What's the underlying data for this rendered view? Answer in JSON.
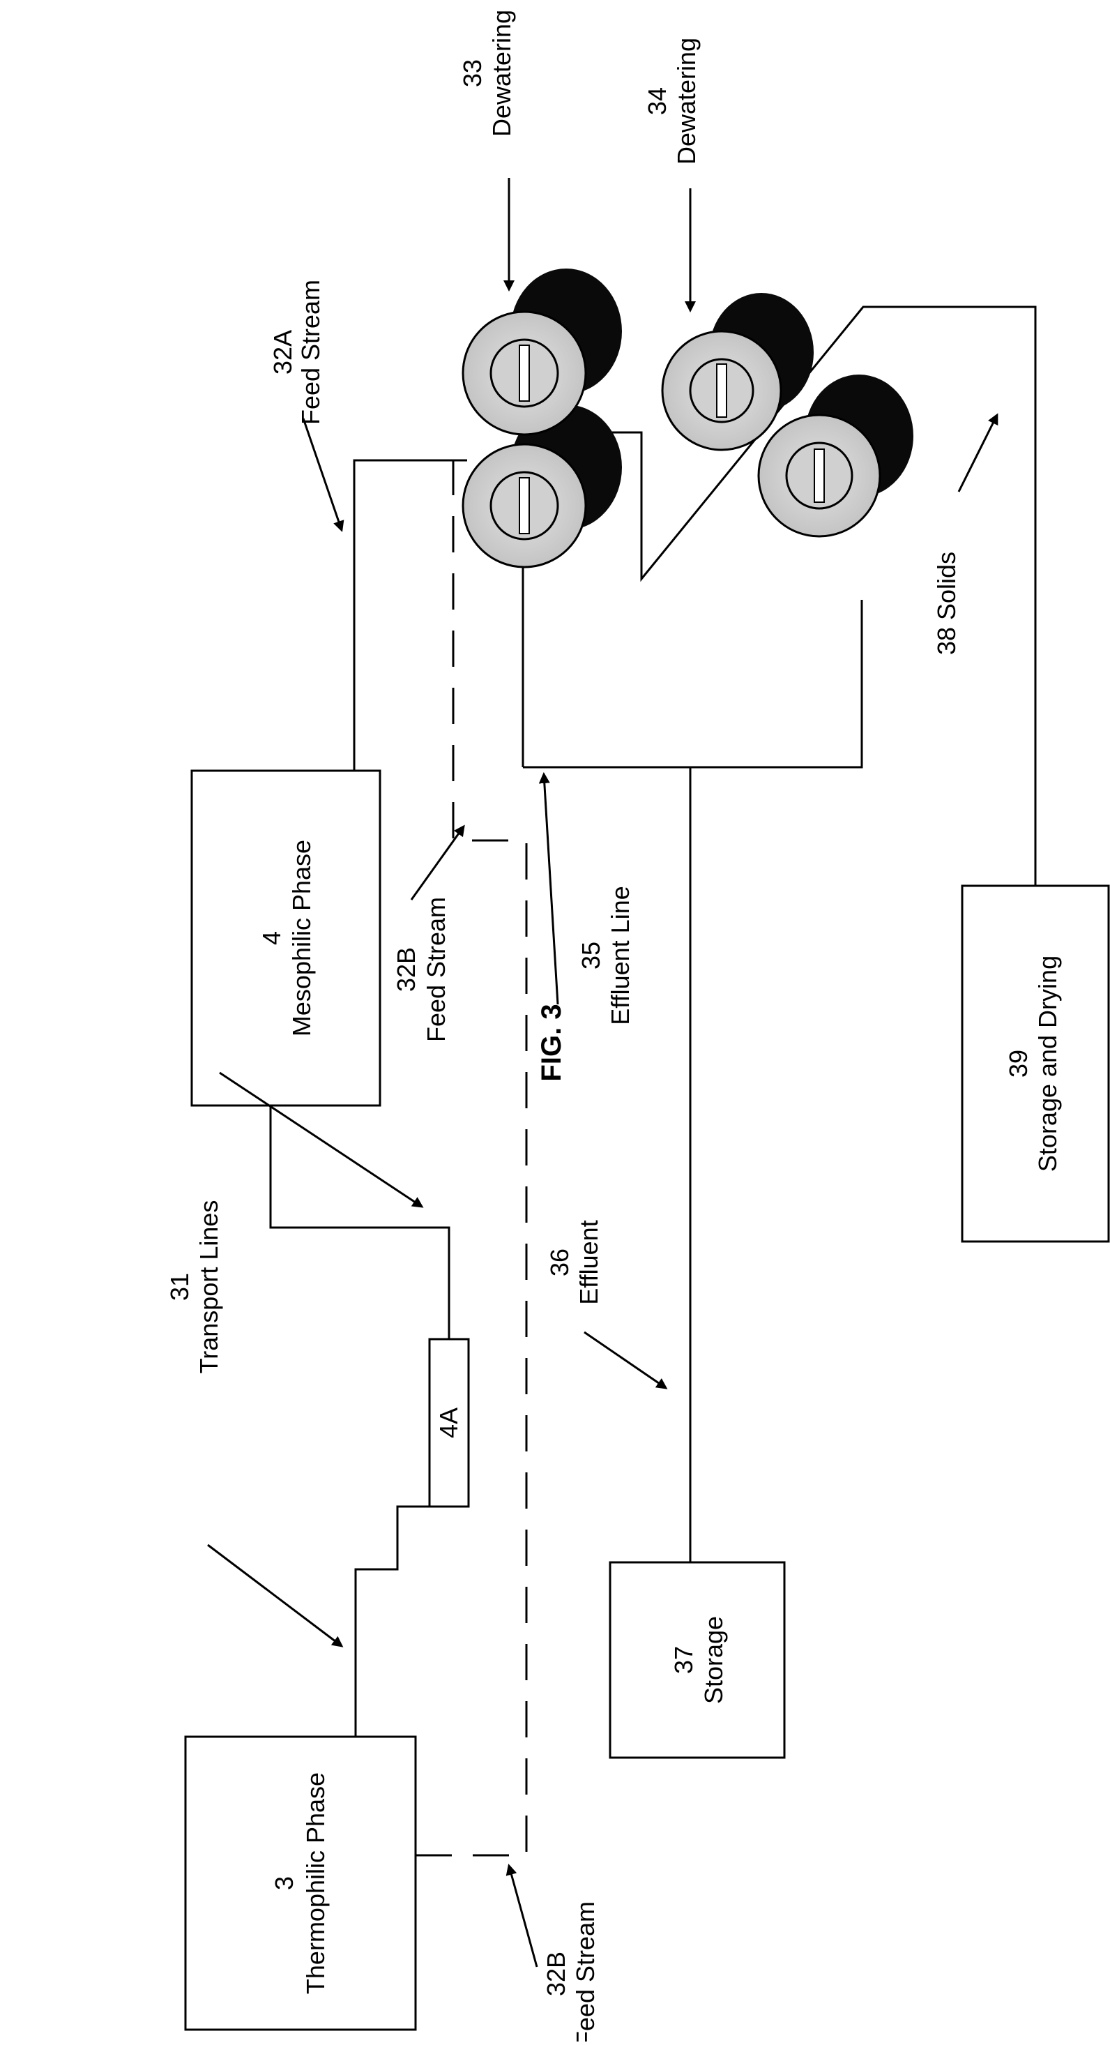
{
  "figure": {
    "title": "FIG. 3"
  },
  "boxes": {
    "thermophilic": {
      "number": "3",
      "label": "Thermophilic Phase"
    },
    "mesophilic": {
      "number": "4",
      "label": "Mesophilic Phase"
    },
    "unit_4a": {
      "label": "4A"
    },
    "storage": {
      "number": "37",
      "label": "Storage"
    },
    "storage_drying": {
      "number": "39",
      "label": "Storage and Drying"
    }
  },
  "callouts": {
    "transport_lines": {
      "number": "31",
      "label": "Transport Lines"
    },
    "feed_32a": {
      "number": "32A",
      "label": "Feed Stream"
    },
    "feed_32b_upper": {
      "number": "32B",
      "label": "Feed Stream"
    },
    "feed_32b_lower": {
      "number": "32B",
      "label": "Feed Stream"
    },
    "dewatering_33": {
      "number": "33",
      "label": "Dewatering"
    },
    "dewatering_34": {
      "number": "34",
      "label": "Dewatering"
    },
    "effluent_line": {
      "number": "35",
      "label": "Effluent Line"
    },
    "effluent": {
      "number": "36",
      "label": "Effluent"
    },
    "solids": {
      "label": "38 Solids"
    }
  },
  "icons": [
    "dewatering-roller-icon"
  ]
}
